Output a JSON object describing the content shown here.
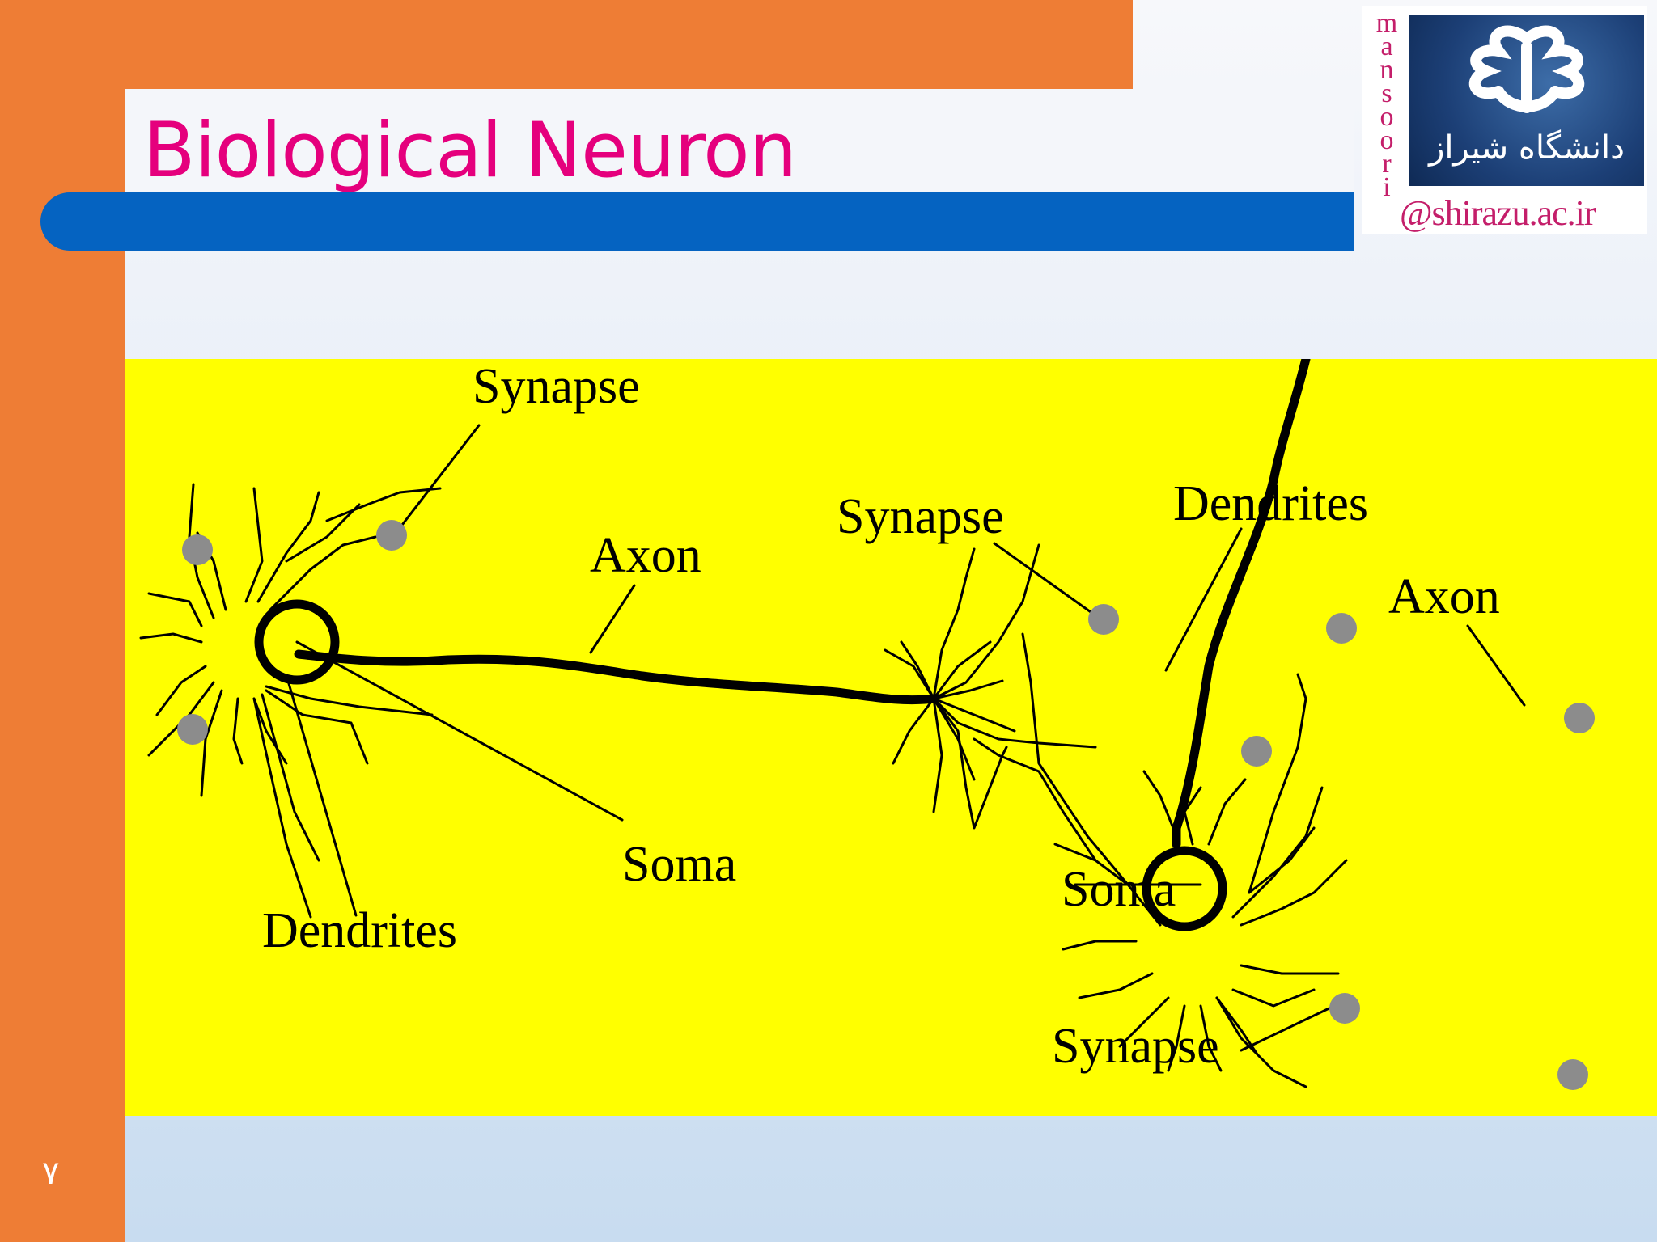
{
  "slide": {
    "title": "Biological Neuron",
    "page_number": "۷"
  },
  "logo": {
    "vertical_text": "m\na\nn\ns\no\no\nr\ni",
    "email": "@shirazu.ac.ir",
    "emblem_text": "دانشگاه شیراز"
  },
  "diagram": {
    "labels": {
      "synapse_top": "Synapse",
      "axon_left": "Axon",
      "soma_left": "Soma",
      "dendrites_left": "Dendrites",
      "synapse_mid": "Synapse",
      "dendrites_right": "Dendrites",
      "axon_right": "Axon",
      "soma_right": "Soma",
      "synapse_bottom": "Synapse"
    }
  },
  "colors": {
    "orange": "#ee7d35",
    "blue": "#0563c1",
    "title": "#e5007d",
    "diagram_bg": "#ffff00",
    "synapse": "#8c8c8c"
  }
}
